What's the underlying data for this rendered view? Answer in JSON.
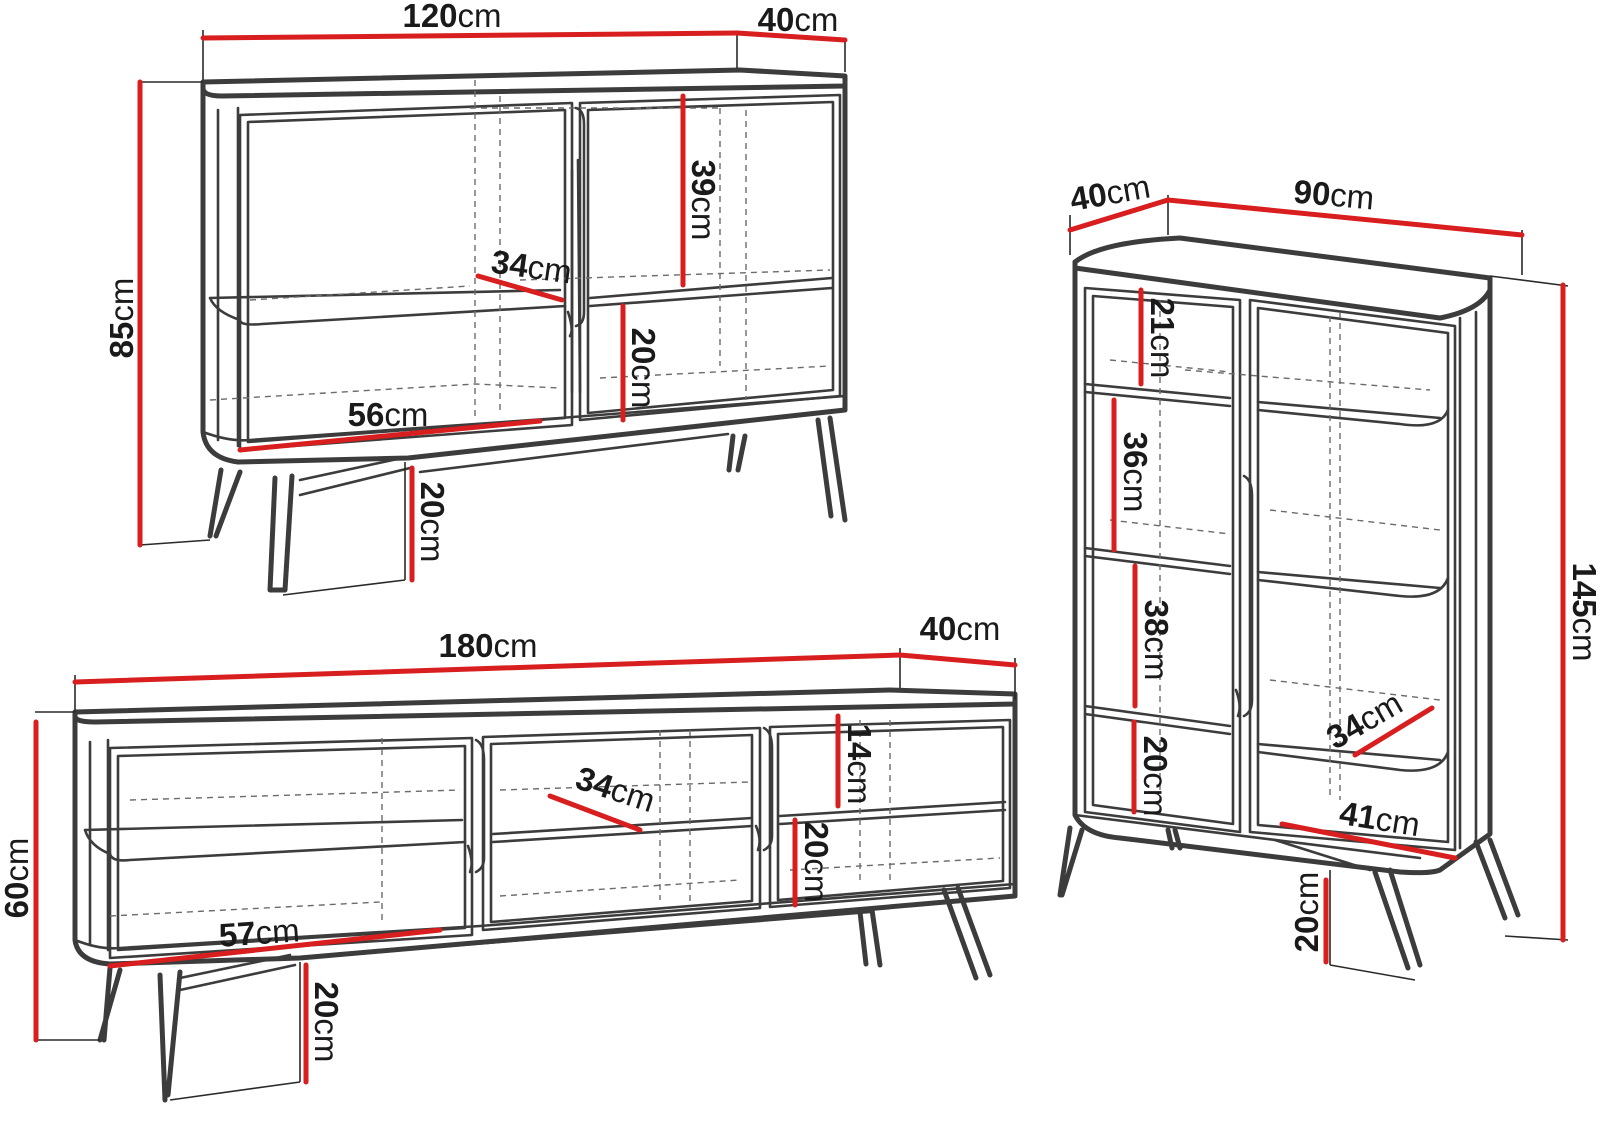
{
  "colors": {
    "dimension_line": "#d81e1e",
    "outline": "#3c3c3c",
    "hidden_line": "#6b6b6b"
  },
  "sideboard": {
    "width": {
      "value": "120",
      "unit": "cm"
    },
    "depth": {
      "value": "40",
      "unit": "cm"
    },
    "height": {
      "value": "85",
      "unit": "cm"
    },
    "upper_shelf": {
      "value": "39",
      "unit": "cm"
    },
    "shelf_depth": {
      "value": "34",
      "unit": "cm"
    },
    "lower_shelf": {
      "value": "20",
      "unit": "cm"
    },
    "inner_width": {
      "value": "56",
      "unit": "cm"
    },
    "leg_height": {
      "value": "20",
      "unit": "cm"
    }
  },
  "tv_stand": {
    "width": {
      "value": "180",
      "unit": "cm"
    },
    "depth": {
      "value": "40",
      "unit": "cm"
    },
    "height": {
      "value": "60",
      "unit": "cm"
    },
    "shelf_depth": {
      "value": "34",
      "unit": "cm"
    },
    "upper_space": {
      "value": "14",
      "unit": "cm"
    },
    "lower_space": {
      "value": "20",
      "unit": "cm"
    },
    "inner_width": {
      "value": "57",
      "unit": "cm"
    },
    "leg_height": {
      "value": "20",
      "unit": "cm"
    }
  },
  "display_cabinet": {
    "depth": {
      "value": "40",
      "unit": "cm"
    },
    "width": {
      "value": "90",
      "unit": "cm"
    },
    "height": {
      "value": "145",
      "unit": "cm"
    },
    "shelf_1": {
      "value": "21",
      "unit": "cm"
    },
    "shelf_2": {
      "value": "36",
      "unit": "cm"
    },
    "shelf_3": {
      "value": "38",
      "unit": "cm"
    },
    "shelf_4": {
      "value": "20",
      "unit": "cm"
    },
    "shelf_depth": {
      "value": "34",
      "unit": "cm"
    },
    "inner_width": {
      "value": "41",
      "unit": "cm"
    },
    "leg_height": {
      "value": "20",
      "unit": "cm"
    }
  }
}
